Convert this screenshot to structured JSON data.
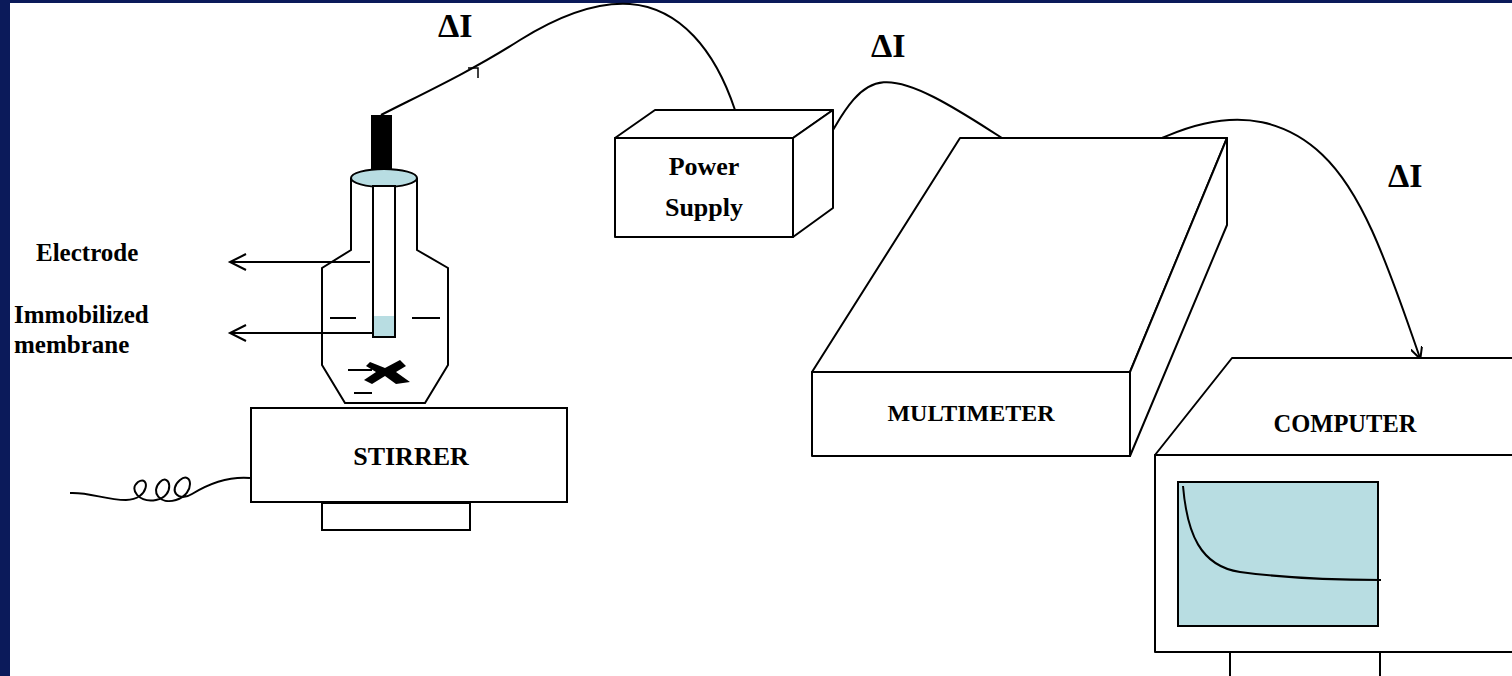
{
  "diagram": {
    "nodes": [
      {
        "text": [
          "STIRRER"
        ]
      },
      {
        "text": [
          "Power Supply"
        ]
      },
      {
        "text": [
          "MULTIMETER"
        ]
      },
      {
        "text": [
          "COMPUTER"
        ]
      }
    ],
    "edges": [
      {
        "from": 1,
        "to": 2,
        "arrow": "none",
        "label": "ΔI"
      },
      {
        "from": 2,
        "to": 3,
        "arrow": "to",
        "label": "ΔI"
      }
    ],
    "labels": [
      "ΔI",
      "Electrode",
      "Immobilized membrane"
    ]
  }
}
